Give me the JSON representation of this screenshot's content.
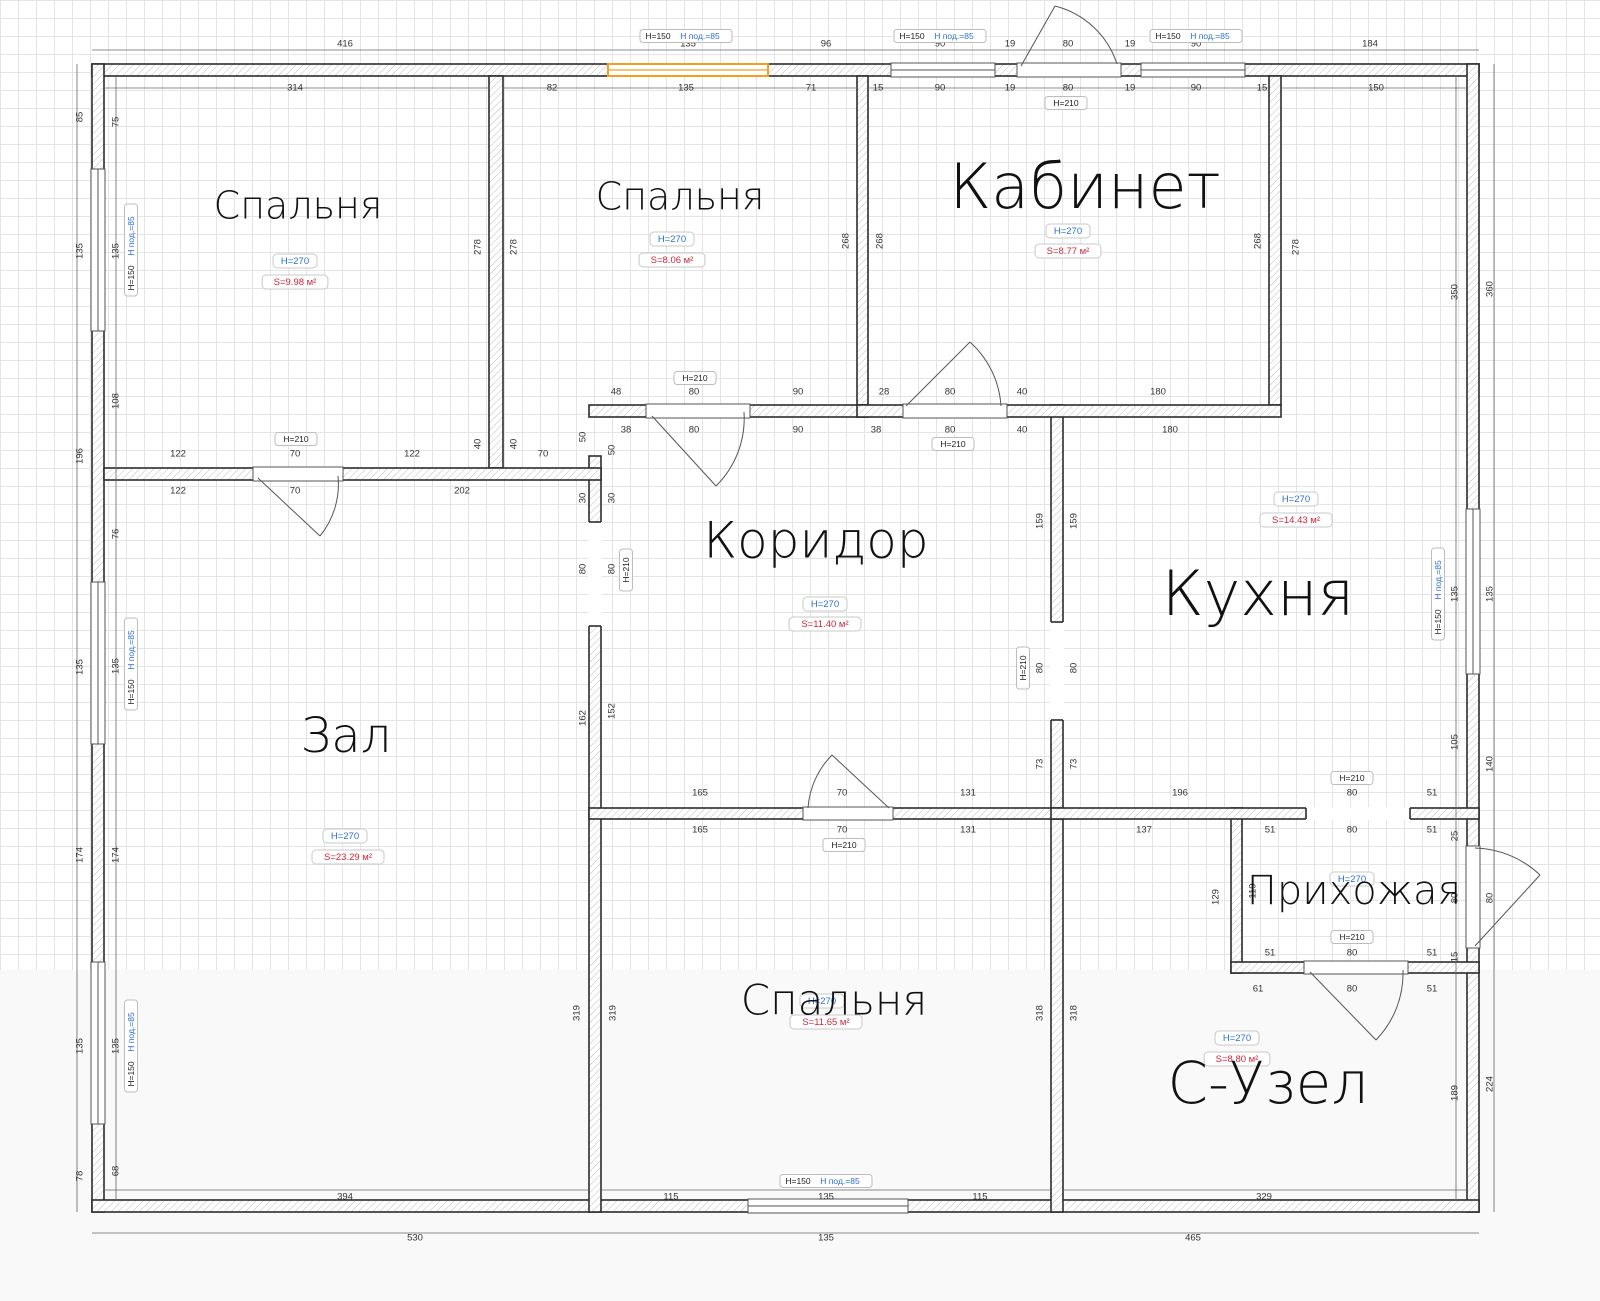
{
  "colors": {
    "wall": "#2c2c2c",
    "wall_fill": "#ffffff",
    "dim": "#333333",
    "height_tag": "#2b6fd6",
    "area_tag": "#d0253a",
    "window_highlight": "#f0a020"
  },
  "rooms": [
    {
      "name": "Спальня",
      "height": "H=270",
      "area": "S=9.98 м²"
    },
    {
      "name": "Спальня",
      "height": "H=270",
      "area": "S=8.06 м²"
    },
    {
      "name": "Кабинет",
      "height": "H=270",
      "area": "S=8.77 м²"
    },
    {
      "name": "Зал",
      "height": "H=270",
      "area": "S=23.29 м²"
    },
    {
      "name": "Коридор",
      "height": "H=270",
      "area": "S=11.40 м²"
    },
    {
      "name": "Кухня",
      "height": "H=270",
      "area": "S=14.43 м²"
    },
    {
      "name": "Прихожая",
      "height": "H=270",
      "area": ""
    },
    {
      "name": "Спальня",
      "height": "H=270",
      "area": "S=11.65 м²"
    },
    {
      "name": "С-Узел",
      "height": "H=270",
      "area": "S=8.80 м²"
    }
  ],
  "window_tag": {
    "height": "H=150",
    "sill": "H под.=85"
  },
  "door_tag": "H=210",
  "dims": {
    "outer_top": [
      "416",
      "135",
      "96",
      "90",
      "19",
      "80",
      "19",
      "90",
      "184"
    ],
    "inner_top": [
      "314",
      "82",
      "135",
      "71",
      "15",
      "90",
      "19",
      "80",
      "19",
      "90",
      "15",
      "150"
    ],
    "outer_left": [
      "85",
      "135",
      "196",
      "135",
      "174",
      "135",
      "78"
    ],
    "inner_left": [
      "75",
      "135",
      "108",
      "76",
      "135",
      "174",
      "135",
      "68"
    ],
    "outer_right": [
      "360",
      "135",
      "140",
      "80",
      "224"
    ],
    "inner_right": [
      "350",
      "135",
      "105",
      "25",
      "80",
      "15",
      "189"
    ],
    "outer_bottom": [
      "530",
      "135",
      "465"
    ],
    "inner_bottom": [
      "394",
      "115",
      "135",
      "115",
      "329"
    ],
    "room_lengths": [
      "278",
      "278",
      "268",
      "268",
      "268",
      "278",
      "40",
      "40",
      "70",
      "50",
      "30",
      "30",
      "50",
      "80",
      "80",
      "162",
      "152",
      "159",
      "159",
      "80",
      "80",
      "73",
      "73",
      "319",
      "319",
      "318",
      "318",
      "129",
      "119"
    ],
    "partitions": [
      "122",
      "70",
      "122",
      "122",
      "70",
      "202",
      "48",
      "80",
      "90",
      "38",
      "80",
      "90",
      "28",
      "80",
      "40",
      "180",
      "38",
      "80",
      "40",
      "180",
      "165",
      "70",
      "131",
      "165",
      "70",
      "131",
      "196",
      "80",
      "51",
      "137",
      "51",
      "80",
      "51",
      "51",
      "80",
      "51",
      "61",
      "80",
      "51"
    ]
  }
}
